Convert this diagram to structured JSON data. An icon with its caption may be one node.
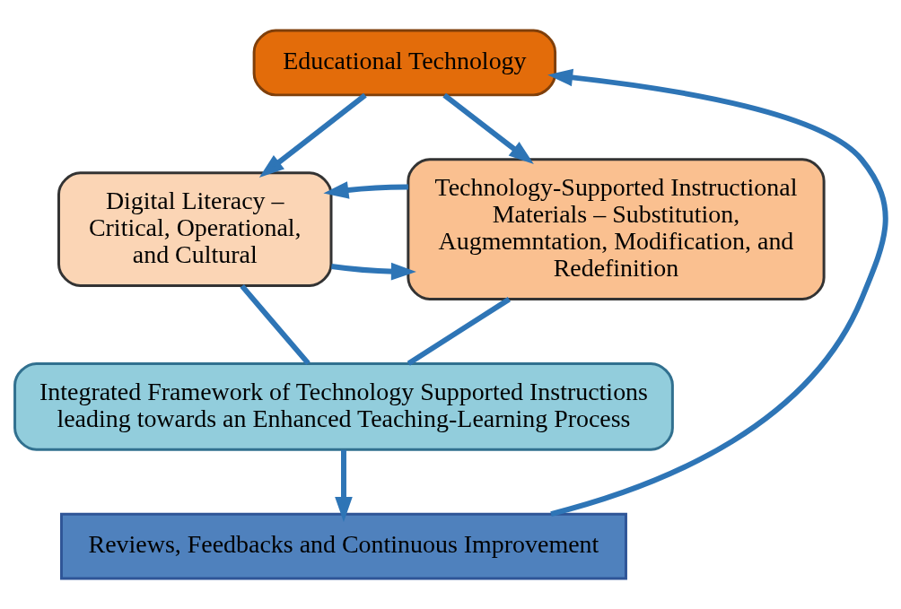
{
  "diagram": {
    "nodes": [
      {
        "text": [
          "Educational Technology"
        ]
      },
      {
        "text": [
          "Digital Literacy – Critical, Operational, and Cultural"
        ]
      },
      {
        "text": [
          "Technology-Supported Instructional Materials – Substitution, Augmemntation, Modification, and Redefinition"
        ]
      },
      {
        "text": [
          "Integrated Framework of Technology Supported Instructions leading towards an Enhanced Teaching-Learning Process"
        ]
      },
      {
        "text": [
          "Reviews, Feedbacks and Continuous Improvement"
        ]
      }
    ],
    "edges": [
      {
        "from": 0,
        "to": 1,
        "arrow": "to"
      },
      {
        "from": 0,
        "to": 2,
        "arrow": "to"
      },
      {
        "from": 1,
        "to": 2,
        "arrow": "to"
      },
      {
        "from": 2,
        "to": 1,
        "arrow": "to"
      },
      {
        "from": 1,
        "to": 3,
        "arrow": "none"
      },
      {
        "from": 2,
        "to": 3,
        "arrow": "none"
      },
      {
        "from": 3,
        "to": 4,
        "arrow": "to"
      },
      {
        "from": 4,
        "to": 0,
        "arrow": "to"
      }
    ]
  }
}
